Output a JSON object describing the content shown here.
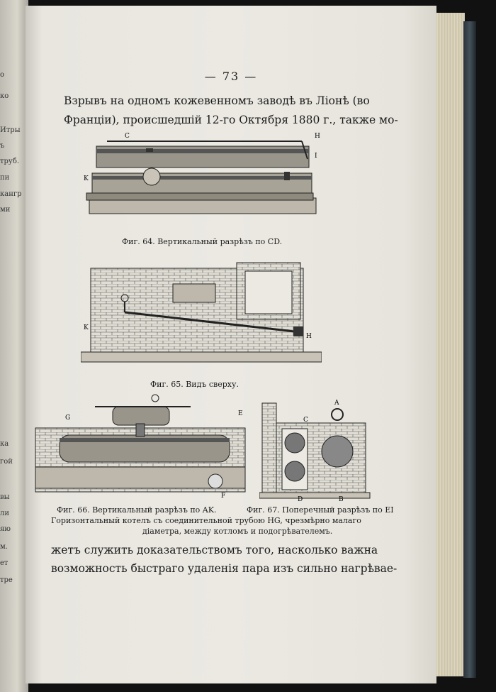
{
  "page": {
    "number": "— 73 —",
    "intro_line1": "Взрывъ на одномъ кожевенномъ заводѣ въ Ліонѣ (во",
    "intro_line2": "Франціи), происшедшій 12-го Октября 1880 г., также мо-",
    "fig64_caption": "Фиг. 64. Вертикальный разрѣзъ по CD.",
    "fig65_caption": "Фиг. 65. Видъ сверху.",
    "fig66_caption": "Фиг. 66. Вертикальный разрѣзъ по AK.",
    "fig67_caption": "Фиг. 67. Поперечный разрѣзъ по EI",
    "desc_line1": "Горизонтальный котелъ съ соединительной трубою HG, чрезмѣрно малаго",
    "desc_line2": "діаметра, между котломъ и подогрѣвателемъ.",
    "body_line1": "жетъ служить доказательствомъ того, насколько важна",
    "body_line2": "возможность быстраго удаленія пара изъ сильно нагрѣвае-"
  },
  "figure_letters": {
    "fig64": [
      "C",
      "H",
      "I",
      "K"
    ],
    "fig65": [
      "K",
      "H"
    ],
    "fig66": [
      "G",
      "E",
      "F"
    ],
    "fig67": [
      "A",
      "C",
      "D",
      "B"
    ]
  },
  "left_page_fragments": [
    "о",
    "ко",
    "Итры",
    "ъ",
    "труб.",
    "пи",
    "кангр",
    "ми",
    "ка",
    "гой",
    "вы",
    "ли",
    "яю",
    "м.",
    "ет",
    "тре"
  ]
}
